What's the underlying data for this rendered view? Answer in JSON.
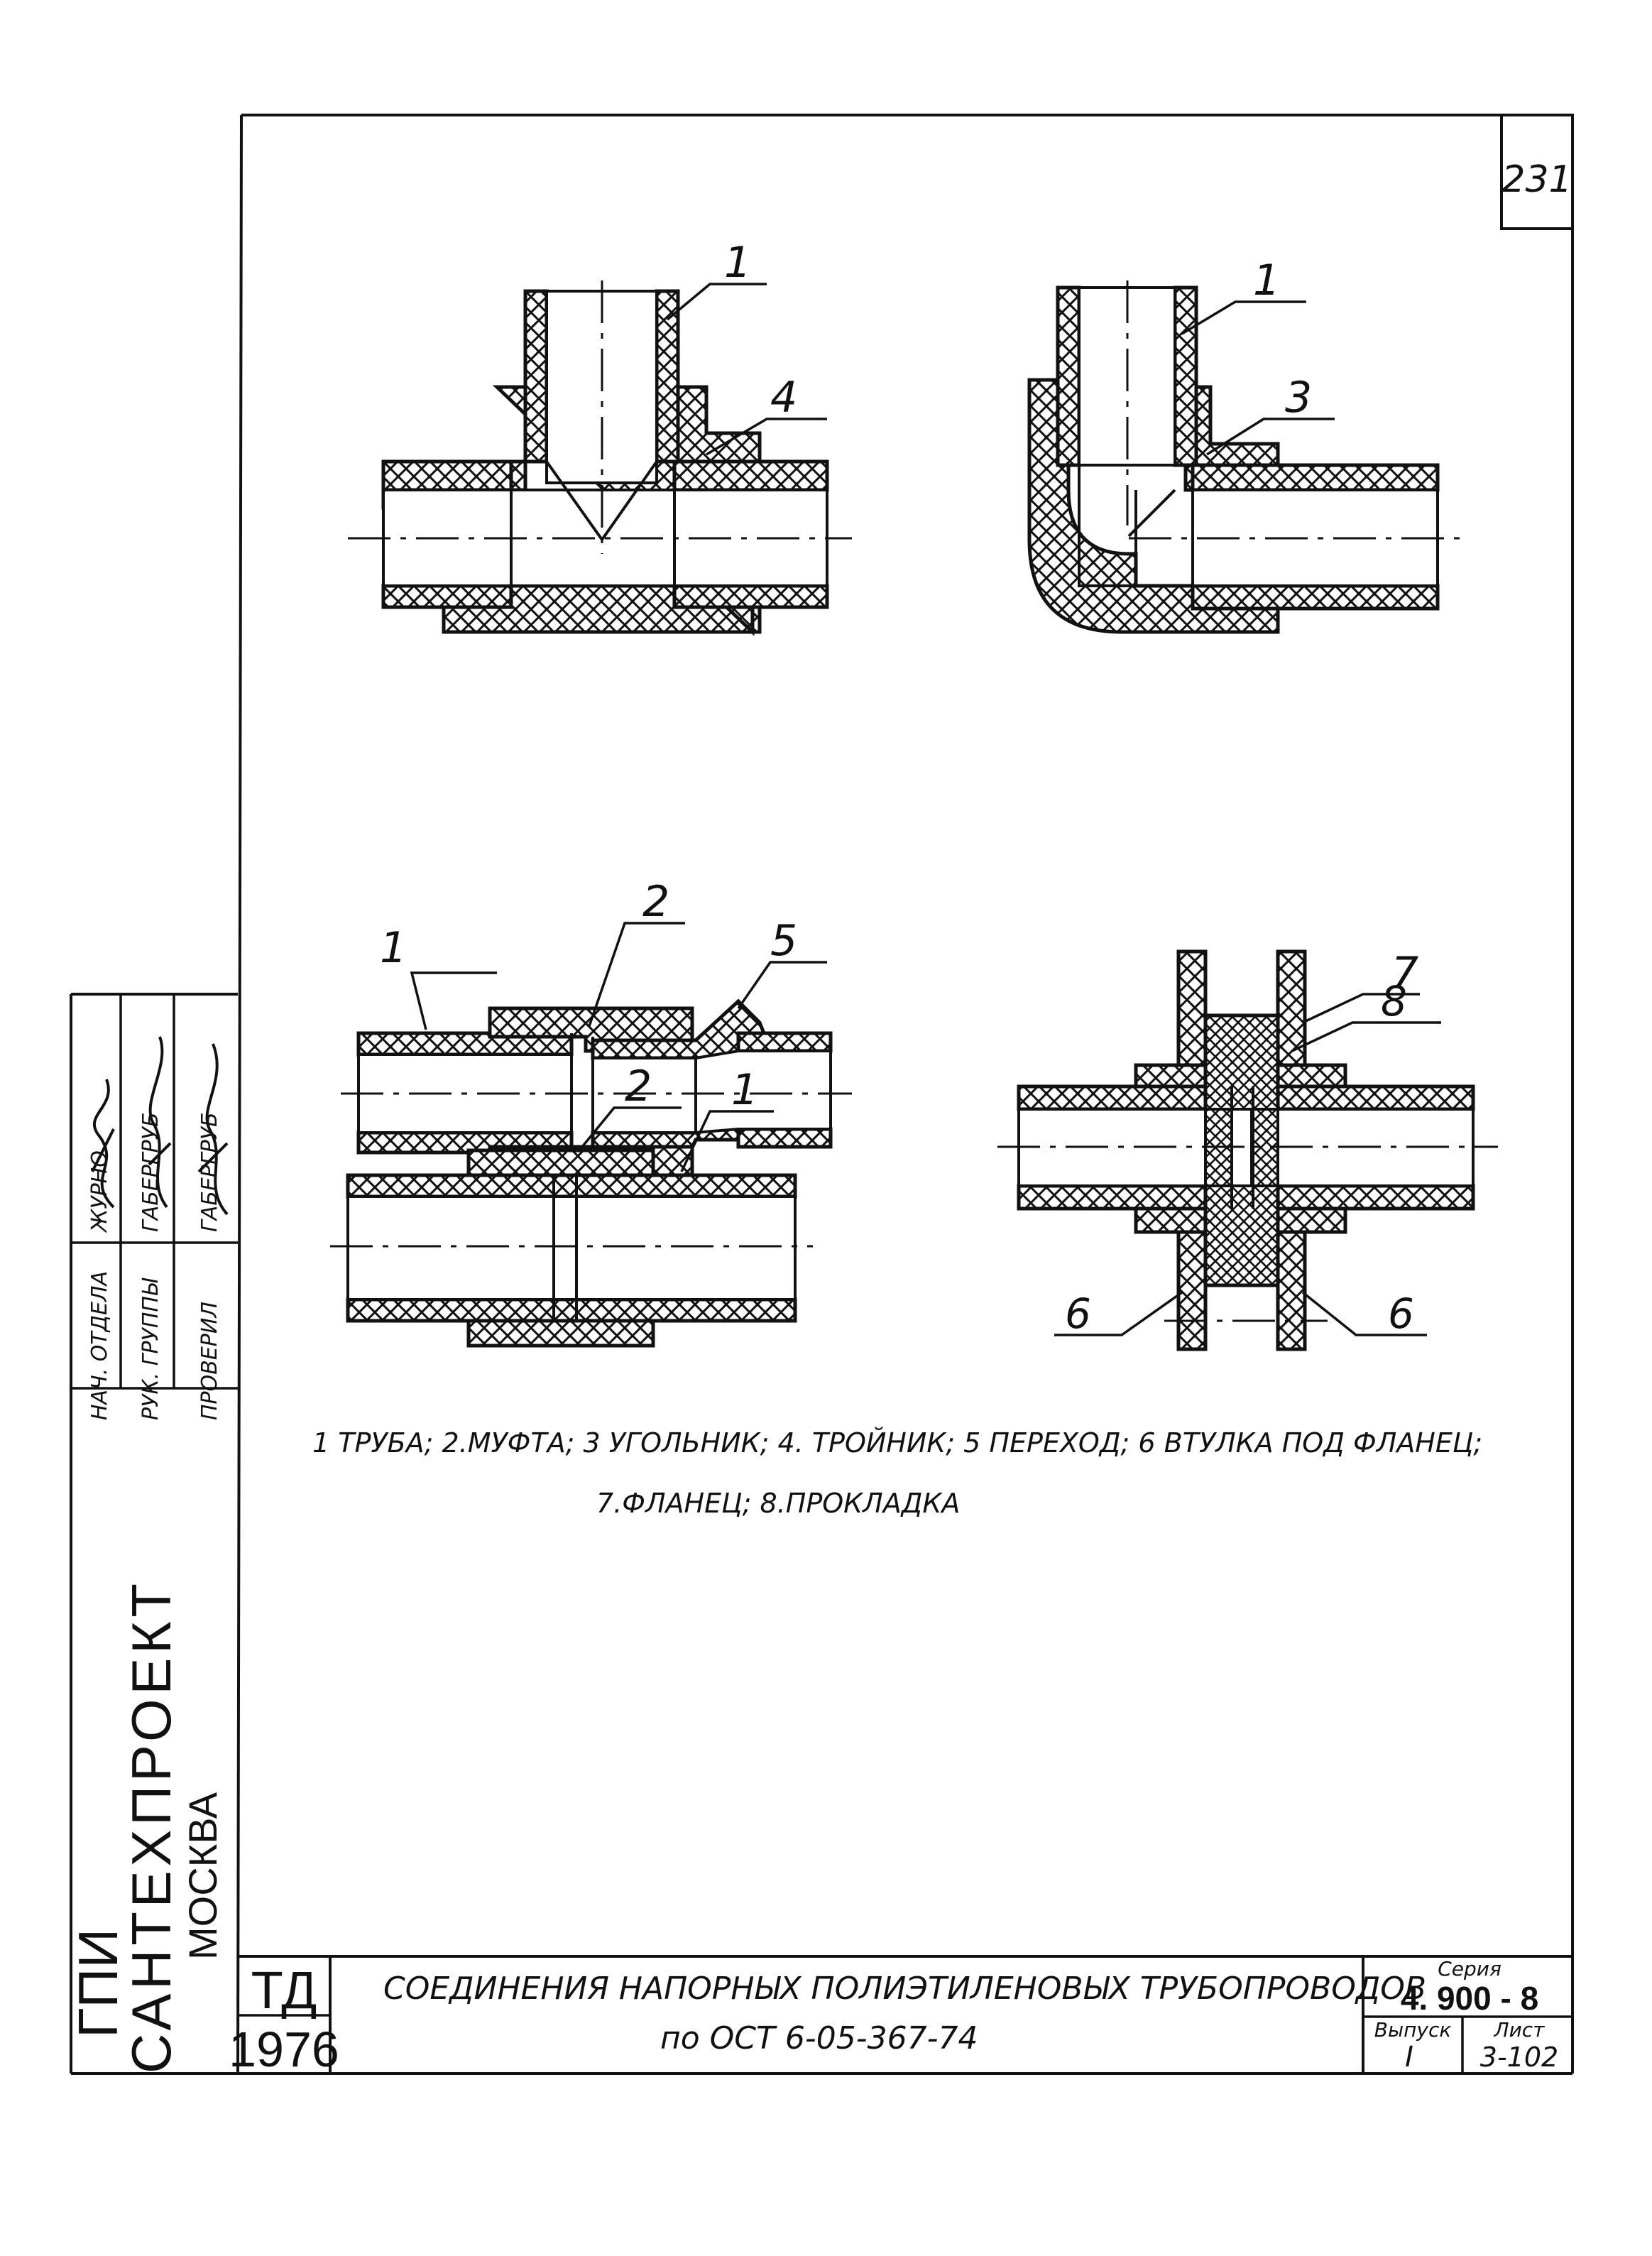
{
  "sheet_number": "231",
  "callouts": {
    "tee_pipe": "1",
    "tee_fitting": "4",
    "elbow_pipe": "1",
    "elbow_fitting": "3",
    "reducer_pipe": "1",
    "reducer_coupling": "2",
    "reducer_transition": "5",
    "flange_flange": "7",
    "flange_gasket": "8",
    "flange_sleeve_left": "6",
    "flange_sleeve_right": "6",
    "coupling_coupling": "2",
    "coupling_pipe": "1"
  },
  "legend": {
    "line1": "1 ТРУБА; 2.МУФТА; 3 УГОЛЬНИК; 4. ТРОЙНИК; 5 ПЕРЕХОД; 6 ВТУЛКА ПОД ФЛАНЕЦ;",
    "line2": "7.ФЛАНЕЦ; 8.ПРОКЛАДКА"
  },
  "side_stamp": {
    "org_line1": "ГПИ",
    "org_line2": "САНТЕХПРОЕКТ",
    "org_line3": "МОСКВА",
    "rows": [
      {
        "role": "НАЧ. ОТДЕЛА",
        "name": "ЖУРНО"
      },
      {
        "role": "РУК. ГРУППЫ",
        "name": "ГАБЕРГРУБ"
      },
      {
        "role": "ПРОВЕРИЛ",
        "name": "ГАБЕРГРУБ"
      }
    ]
  },
  "title_block": {
    "code": "ТД",
    "year": "1976",
    "title_line1": "СОЕДИНЕНИЯ НАПОРНЫХ ПОЛИЭТИЛЕНОВЫХ ТРУБОПРОВОДОВ",
    "title_line2": "по ОСТ 6-05-367-74",
    "series_label": "Серия",
    "series_value": "4. 900 - 8",
    "issue_label": "Выпуск",
    "issue_value": "I",
    "sheet_label": "Лист",
    "sheet_value": "3-102"
  }
}
